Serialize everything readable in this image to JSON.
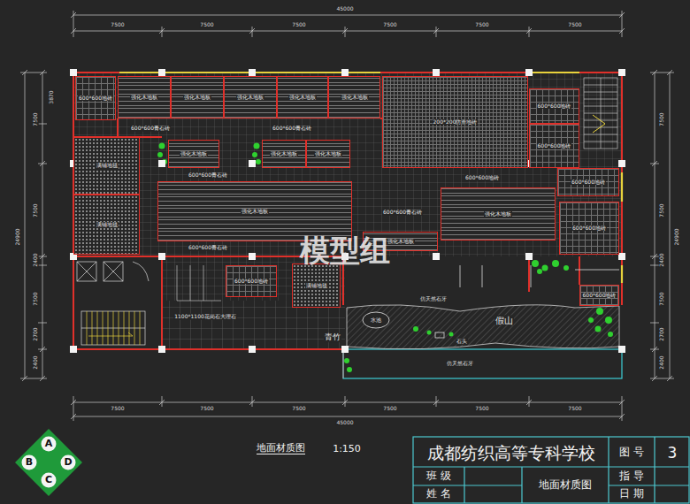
{
  "diagram": {
    "title": "地面材质图",
    "nodes": [
      {
        "text": [
          "600*600地砖"
        ]
      },
      {
        "text": [
          "强化木地板"
        ]
      },
      {
        "text": [
          "强化木地板"
        ]
      },
      {
        "text": [
          "强化木地板"
        ]
      },
      {
        "text": [
          "强化木地板"
        ]
      },
      {
        "text": [
          "强化木地板"
        ]
      },
      {
        "text": [
          "200*200防滑地砖"
        ]
      },
      {
        "text": [
          "600*600地砖"
        ]
      },
      {
        "text": [
          "600*600地砖"
        ]
      },
      {
        "text": [
          "满铺地毯"
        ]
      },
      {
        "text": [
          "强化木地板"
        ]
      },
      {
        "text": [
          "强化木地板"
        ]
      },
      {
        "text": [
          "强化木地板"
        ]
      },
      {
        "text": [
          "600*600地砖"
        ]
      },
      {
        "text": [
          "满铺地毯"
        ]
      },
      {
        "text": [
          "强化木地板"
        ]
      },
      {
        "text": [
          "强化木地板"
        ]
      },
      {
        "text": [
          "600*600地砖"
        ]
      },
      {
        "text": [
          "强化木地板"
        ]
      },
      {
        "text": [
          "600*600地砖"
        ]
      },
      {
        "text": [
          "满铺地毯"
        ]
      },
      {
        "text": [
          "600*600地砖"
        ]
      }
    ],
    "labels": [
      "45000",
      "7500",
      "7500",
      "7500",
      "7500",
      "7500",
      "7500",
      "24900",
      "3870",
      "7500",
      "7500",
      "2400",
      "7500",
      "2700",
      "2400",
      "24900",
      "7500",
      "7500",
      "2400",
      "7500",
      "2700",
      "2400",
      "7500",
      "7500",
      "7500",
      "7500",
      "7500",
      "7500",
      "45000",
      "600*600青石砖",
      "600*600青石砖",
      "600*600青石砖",
      "600*600青石砖",
      "600*600青石砖",
      "600*600地砖",
      "1100*1100花岗石大理石",
      "仿天然石牙",
      "水池",
      "假山",
      "石头",
      "青竹",
      "仿天然石牙",
      "模型组",
      "1:150",
      "成都纺织高等专科学校",
      "图 号",
      "3",
      "班 级",
      "姓 名",
      "地面材质图",
      "指 导",
      "日 期",
      "A",
      "B",
      "D",
      "C"
    ]
  }
}
